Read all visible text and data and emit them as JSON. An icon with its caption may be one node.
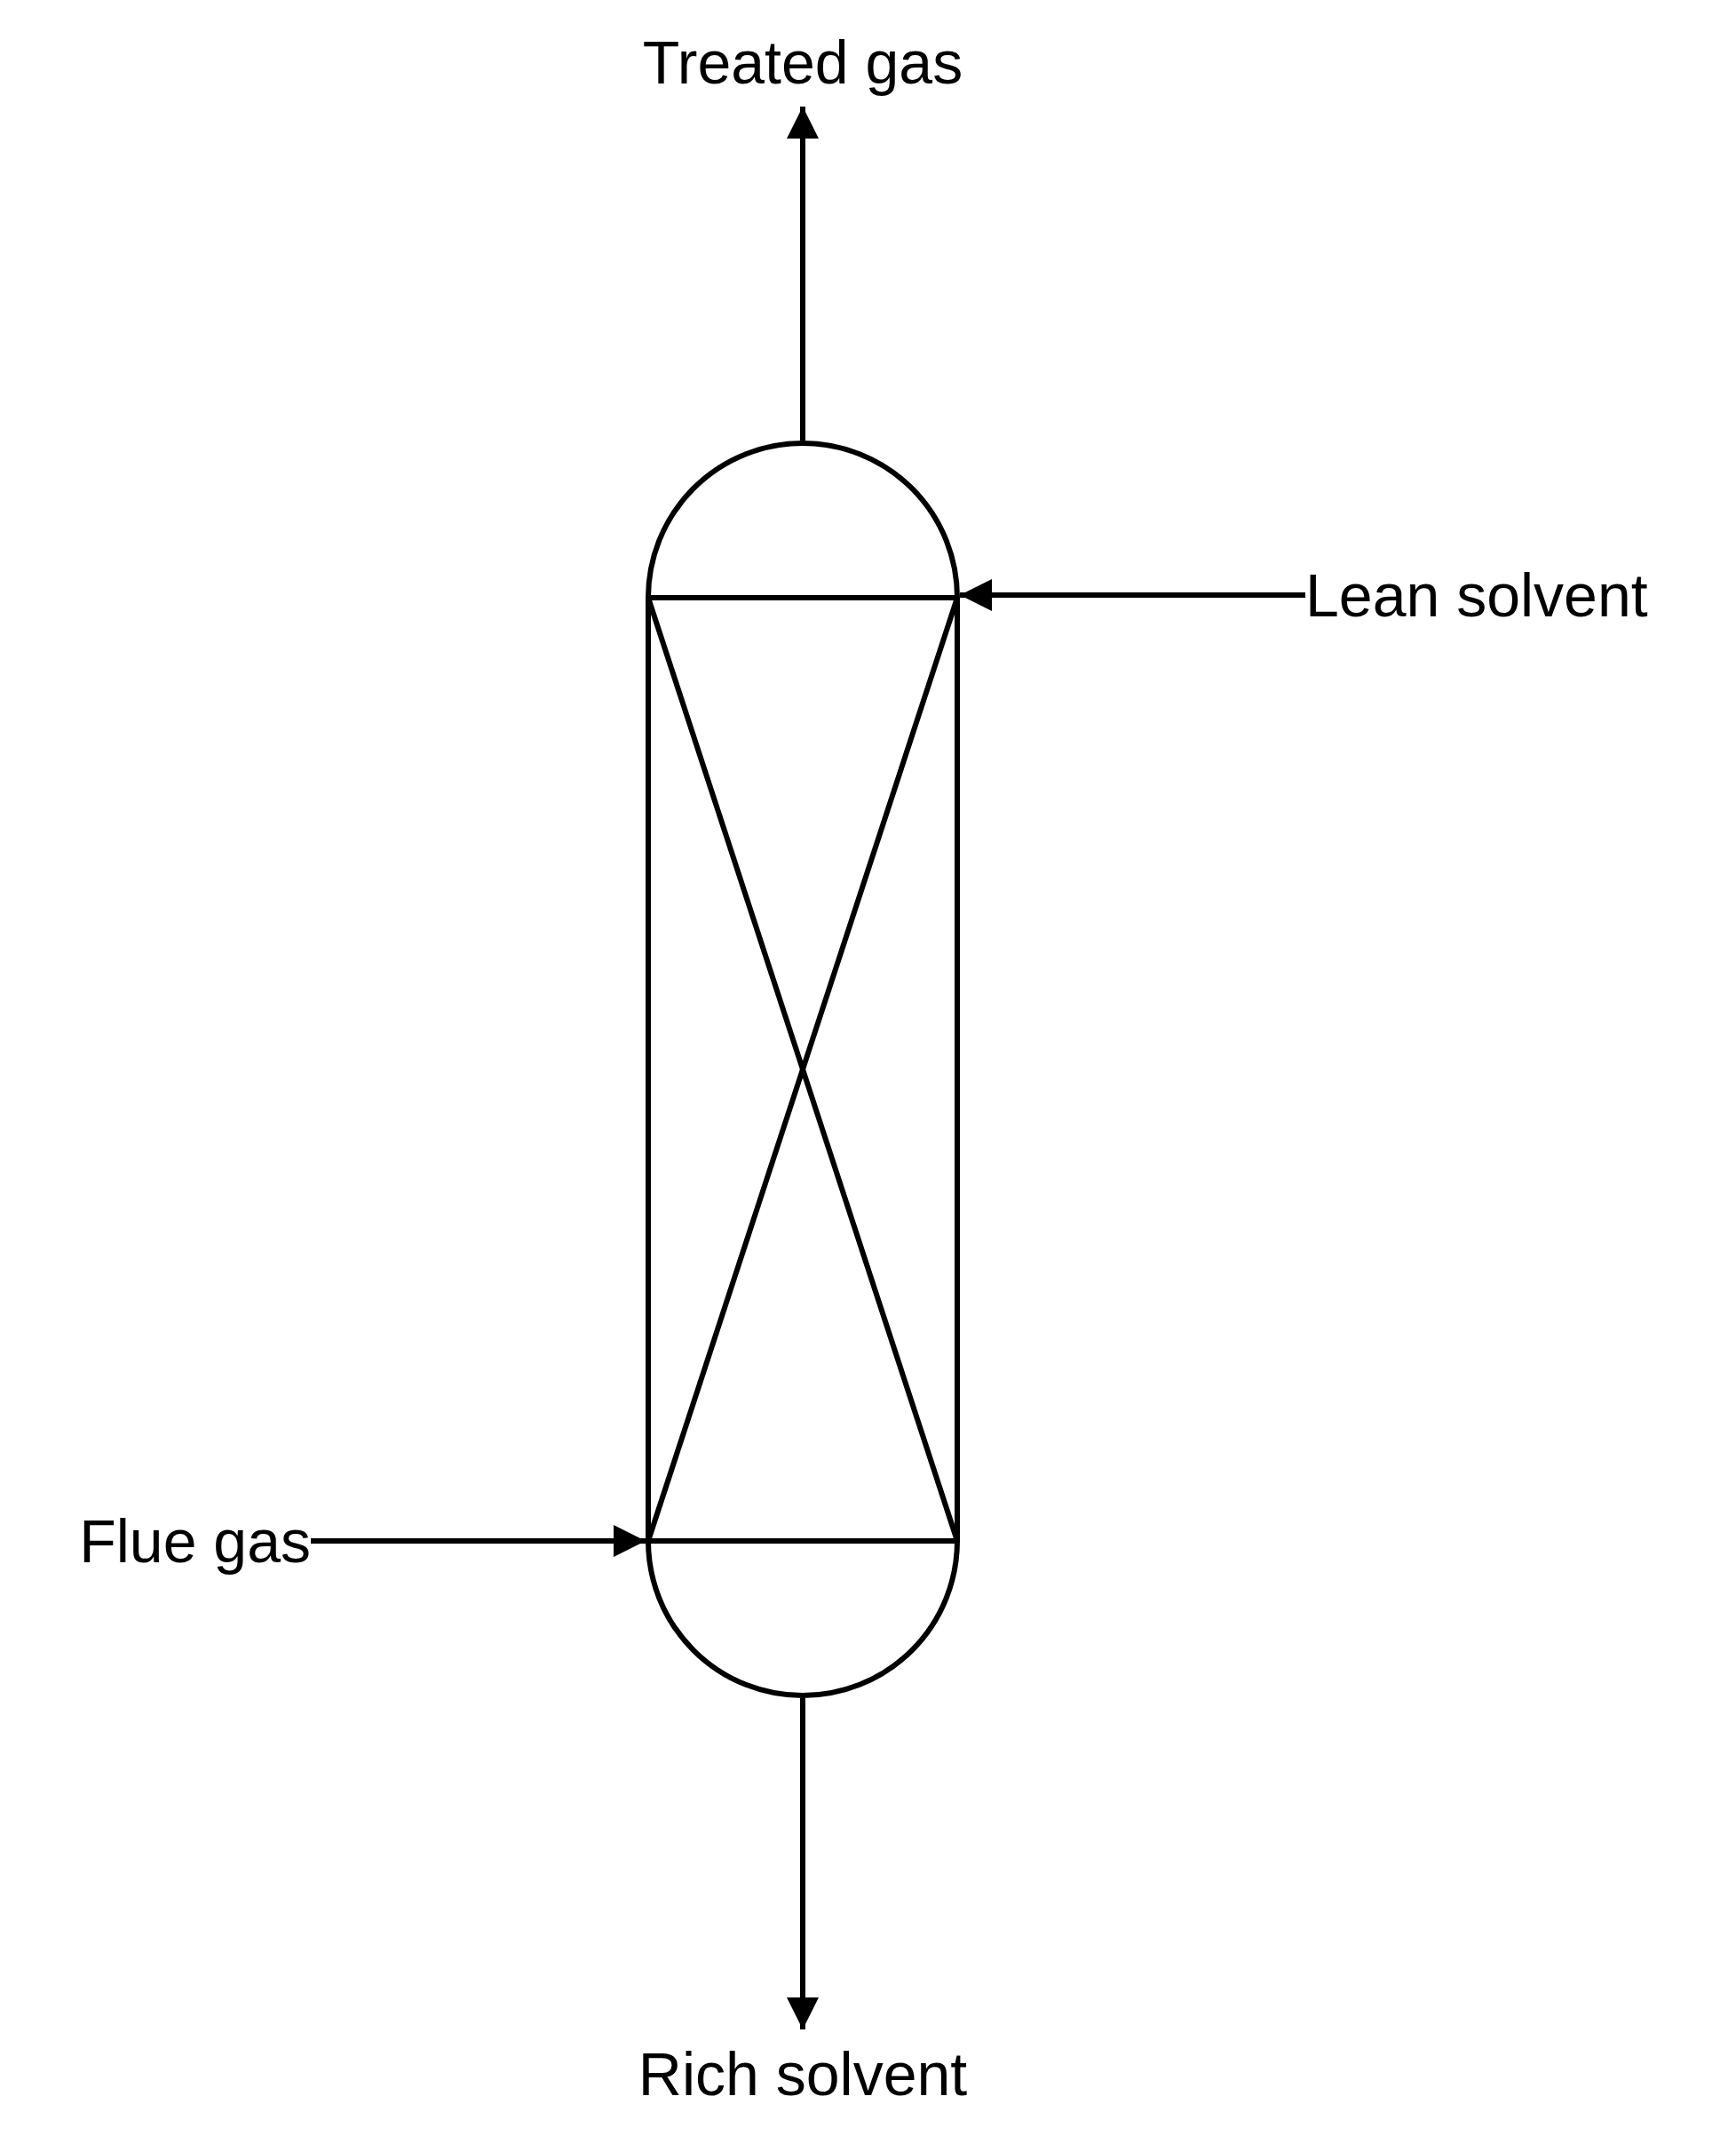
{
  "diagram": {
    "nodes": [
      {
        "text": [],
        "shape": "column"
      },
      {
        "text": [
          "Treated gas"
        ]
      },
      {
        "text": [
          "Lean solvent"
        ]
      },
      {
        "text": [
          "Flue gas"
        ]
      },
      {
        "text": [
          "Rich solvent"
        ]
      }
    ],
    "edges": [
      {
        "from": 0,
        "to": 1,
        "arrow": "to"
      },
      {
        "from": 2,
        "to": 0,
        "arrow": "to"
      },
      {
        "from": 3,
        "to": 0,
        "arrow": "to"
      },
      {
        "from": 0,
        "to": 4,
        "arrow": "to"
      }
    ]
  }
}
